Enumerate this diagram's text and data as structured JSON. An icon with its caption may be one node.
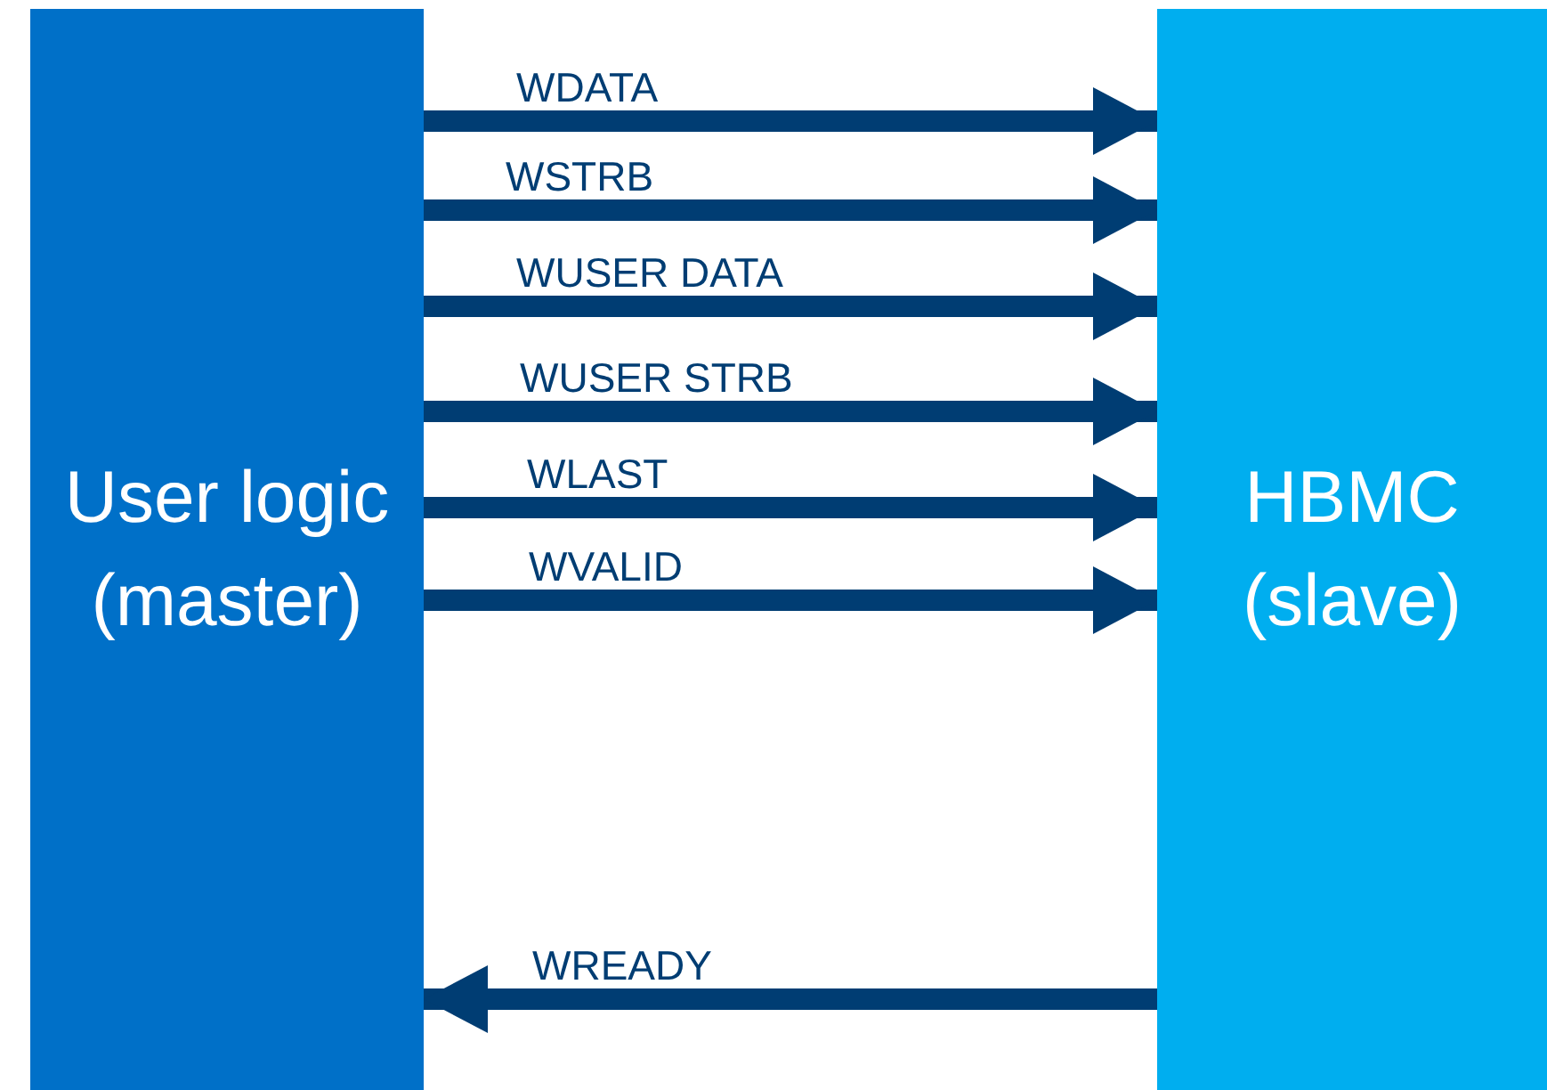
{
  "diagram": {
    "nodes": [
      {
        "text": [
          "User logic (master)"
        ]
      },
      {
        "text": [
          "HBMC (slave)"
        ]
      }
    ],
    "edges": [
      {
        "from": 0,
        "to": 1,
        "arrow": "to",
        "label": "WDATA"
      },
      {
        "from": 0,
        "to": 1,
        "arrow": "to",
        "label": "WSTRB"
      },
      {
        "from": 0,
        "to": 1,
        "arrow": "to",
        "label": "WUSER DATA"
      },
      {
        "from": 0,
        "to": 1,
        "arrow": "to",
        "label": "WUSER STRB"
      },
      {
        "from": 0,
        "to": 1,
        "arrow": "to",
        "label": "WLAST"
      },
      {
        "from": 0,
        "to": 1,
        "arrow": "to",
        "label": "WVALID"
      },
      {
        "from": 1,
        "to": 0,
        "arrow": "to",
        "label": "WREADY"
      }
    ]
  }
}
